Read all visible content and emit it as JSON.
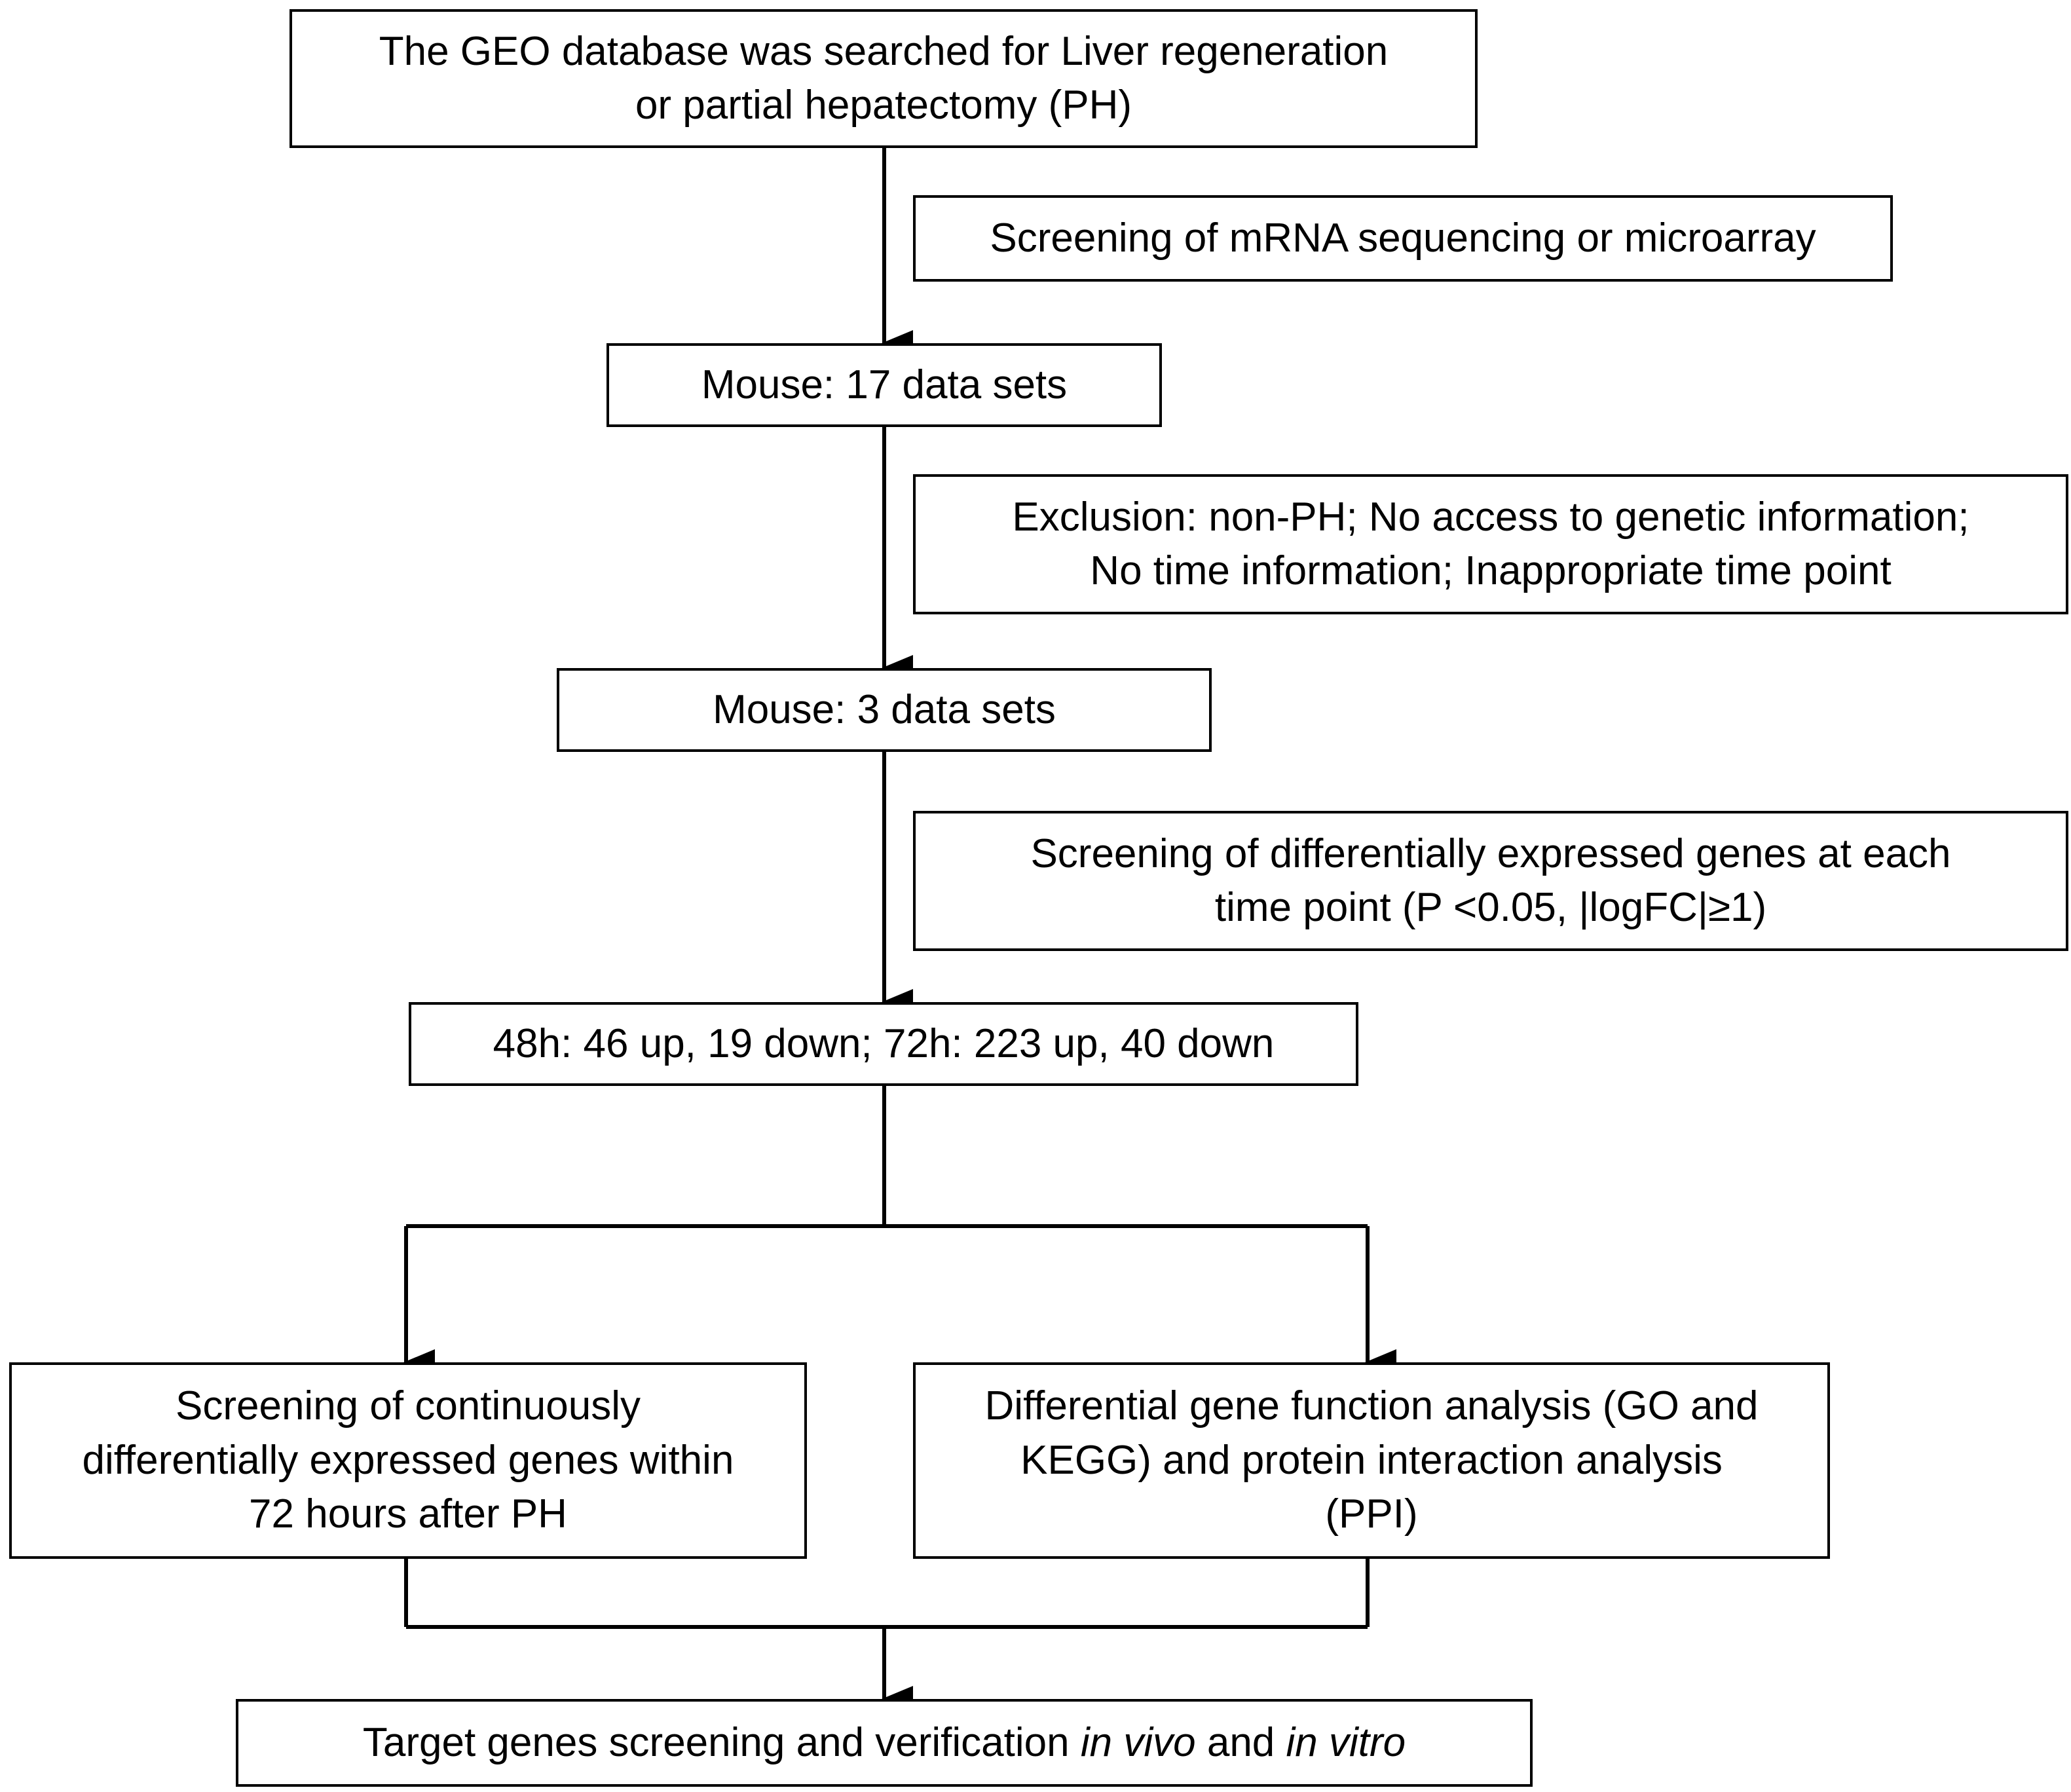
{
  "diagram": {
    "nodes": {
      "geo_search": {
        "lines": [
          "The GEO database was searched for Liver regeneration",
          "or partial hepatectomy (PH)"
        ]
      },
      "screening_mrna": {
        "lines": [
          "Screening of mRNA sequencing or microarray"
        ]
      },
      "mouse_17": {
        "lines": [
          "Mouse: 17 data sets"
        ]
      },
      "exclusion": {
        "lines": [
          "Exclusion: non-PH; No access to genetic information;",
          "No time information; Inappropriate time point"
        ]
      },
      "mouse_3": {
        "lines": [
          "Mouse: 3 data sets"
        ]
      },
      "deg_screening": {
        "lines": [
          "Screening of differentially expressed genes at each",
          "time point (P <0.05, |logFC|≥1)"
        ]
      },
      "deg_counts": {
        "lines": [
          "48h: 46 up, 19 down; 72h: 223 up, 40 down"
        ]
      },
      "continuous_deg": {
        "lines": [
          "Screening of continuously",
          "differentially expressed genes within",
          "72 hours after PH"
        ]
      },
      "function_analysis": {
        "lines": [
          "Differential gene function analysis (GO and",
          "KEGG) and protein interaction analysis",
          "(PPI)"
        ]
      },
      "target_genes": {
        "prefix": "Target genes screening and verification ",
        "italic_1": "in vivo",
        "middle": " and ",
        "italic_2": "in vitro"
      }
    },
    "colors": {
      "line": "#000000",
      "box_fill": "#ffffff",
      "text": "#000000"
    }
  }
}
